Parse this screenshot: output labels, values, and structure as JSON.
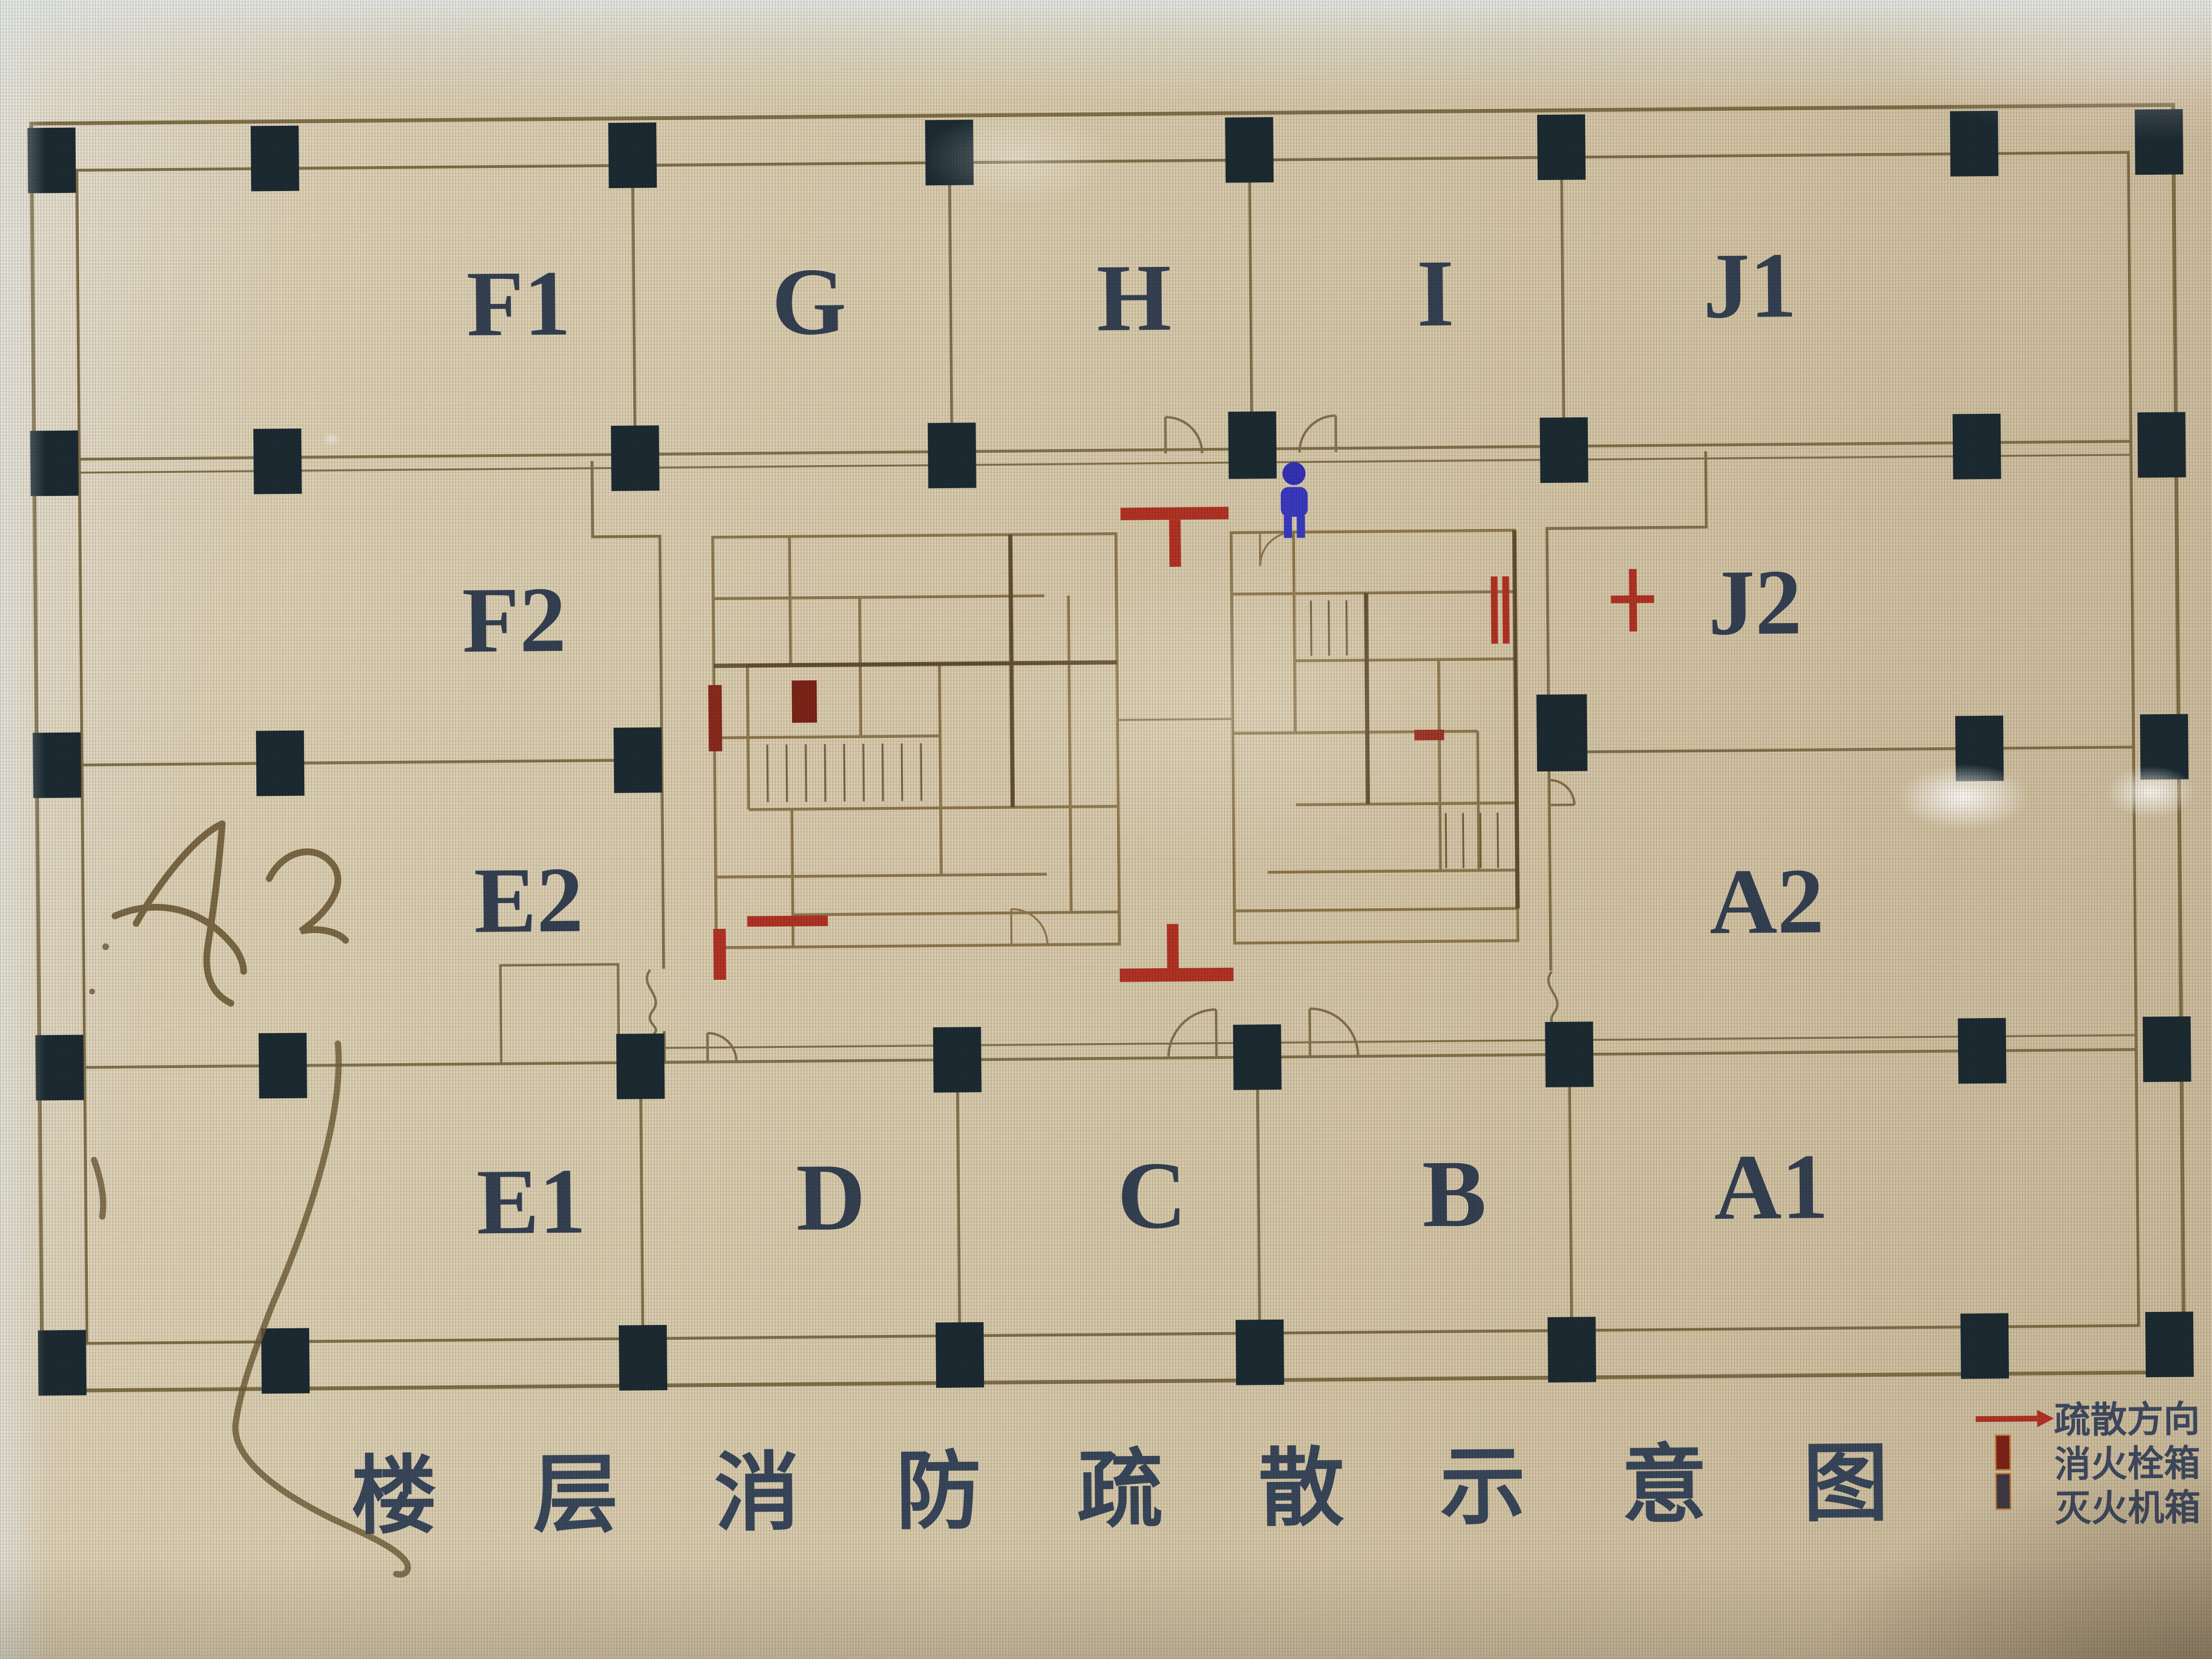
{
  "diagram": {
    "title": "楼层消防疏散示意图",
    "zones": [
      {
        "id": "F1",
        "label": "F1"
      },
      {
        "id": "G",
        "label": "G"
      },
      {
        "id": "H",
        "label": "H"
      },
      {
        "id": "I",
        "label": "I"
      },
      {
        "id": "J1",
        "label": "J1"
      },
      {
        "id": "F2",
        "label": "F2"
      },
      {
        "id": "J2",
        "label": "J2"
      },
      {
        "id": "E2",
        "label": "E2"
      },
      {
        "id": "A2",
        "label": "A2"
      },
      {
        "id": "E1",
        "label": "E1"
      },
      {
        "id": "D",
        "label": "D"
      },
      {
        "id": "C",
        "label": "C"
      },
      {
        "id": "B",
        "label": "B"
      },
      {
        "id": "A1",
        "label": "A1"
      }
    ],
    "legend": {
      "items": [
        {
          "icon": "evacuation-direction-arrow",
          "label": "疏散方向",
          "color": "#b23325"
        },
        {
          "icon": "fire-hydrant-box",
          "label": "消火栓箱",
          "color": "#7e2418"
        },
        {
          "icon": "fire-extinguisher-box",
          "label": "灭火机箱",
          "color": "#3f3a45"
        }
      ]
    },
    "annotations": {
      "handwriting": "A2"
    },
    "colors": {
      "paper": "#d8cbae",
      "wall_line": "#7d6c44",
      "column": "#1c2b33",
      "label_text": "#2b394e",
      "red_marker": "#b23325",
      "person_blue": "#3a3ac2",
      "handwriting": "#6e5b36"
    }
  }
}
